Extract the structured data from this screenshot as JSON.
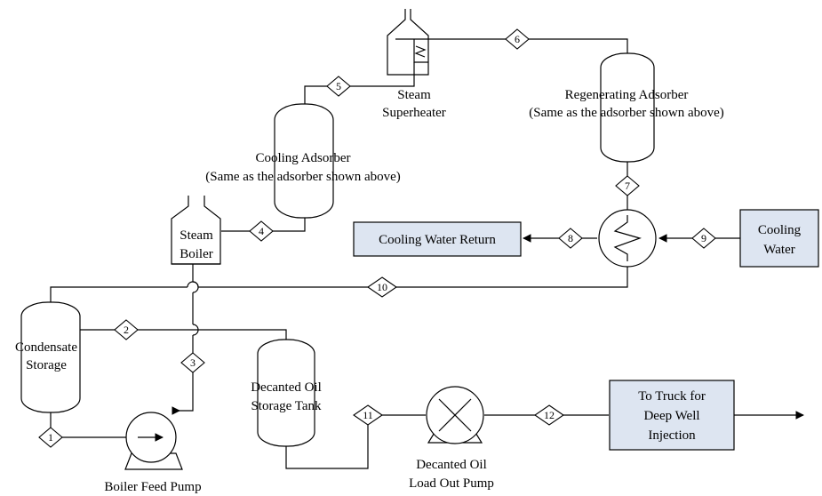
{
  "labels": {
    "steam_superheater": [
      "Steam",
      "Superheater"
    ],
    "regenerating_adsorber": [
      "Regenerating Adsorber",
      "(Same as the adsorber shown above)"
    ],
    "cooling_adsorber": [
      "Cooling Adsorber",
      "(Same as the adsorber shown above)"
    ],
    "steam_boiler": [
      "Steam",
      "Boiler"
    ],
    "condensate_storage": [
      "Condensate",
      "Storage"
    ],
    "decanted_oil_storage": [
      "Decanted Oil",
      "Storage Tank"
    ],
    "decanted_oil_pump": [
      "Decanted Oil",
      "Load Out Pump"
    ],
    "boiler_feed_pump": "Boiler Feed Pump"
  },
  "boxes": {
    "cooling_water_return": "Cooling Water Return",
    "cooling_water": [
      "Cooling",
      "Water"
    ],
    "truck": [
      "To Truck for",
      "Deep Well",
      "Injection"
    ]
  },
  "streams": [
    "1",
    "2",
    "3",
    "4",
    "5",
    "6",
    "7",
    "8",
    "9",
    "10",
    "11",
    "12"
  ],
  "colors": {
    "box_fill": "#dde5f1",
    "line": "#000000"
  }
}
